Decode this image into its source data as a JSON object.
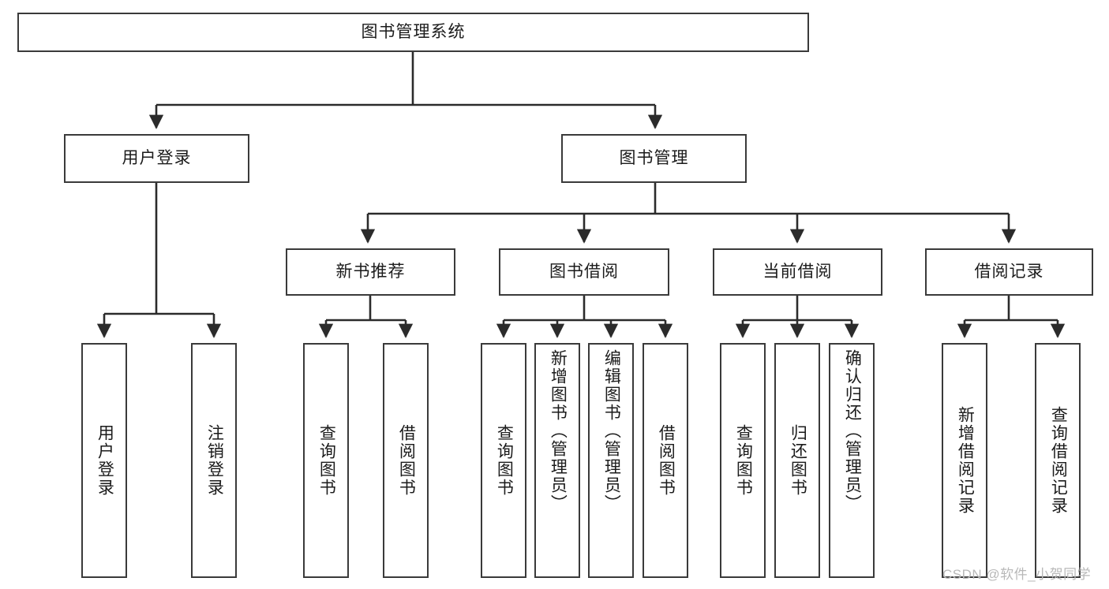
{
  "diagram": {
    "type": "tree-hierarchy-chart",
    "title": "图书管理系统",
    "orientation": "top-down",
    "colors": {
      "node_border": "#3a3a3a",
      "node_fill": "#ffffff",
      "edge": "#2b2b2b",
      "text": "#1b1b1b",
      "watermark": "#b8b8b8",
      "background": "#ffffff"
    }
  },
  "nodes": {
    "root": {
      "id": "root",
      "label": "图书管理系统",
      "level": 1
    },
    "level2": [
      {
        "id": "user-login",
        "label": "用户登录",
        "level": 2
      },
      {
        "id": "book-management",
        "label": "图书管理",
        "level": 2
      }
    ],
    "level3": [
      {
        "id": "new-book-recommend",
        "label": "新书推荐",
        "level": 3,
        "parent": "book-management"
      },
      {
        "id": "book-borrow",
        "label": "图书借阅",
        "level": 3,
        "parent": "book-management"
      },
      {
        "id": "current-borrow",
        "label": "当前借阅",
        "level": 3,
        "parent": "book-management"
      },
      {
        "id": "borrow-record",
        "label": "借阅记录",
        "level": 3,
        "parent": "book-management"
      }
    ],
    "leaves": [
      {
        "id": "leaf-user-login",
        "label": "用户登录",
        "parent": "user-login"
      },
      {
        "id": "leaf-logout-login",
        "label": "注销登录",
        "parent": "user-login"
      },
      {
        "id": "leaf-query-book-1",
        "label": "查询图书",
        "parent": "new-book-recommend"
      },
      {
        "id": "leaf-borrow-book-1",
        "label": "借阅图书",
        "parent": "new-book-recommend"
      },
      {
        "id": "leaf-query-book-2",
        "label": "查询图书",
        "parent": "book-borrow"
      },
      {
        "id": "leaf-add-book",
        "label": "新增图书（管理员）",
        "parent": "book-borrow"
      },
      {
        "id": "leaf-edit-book",
        "label": "编辑图书（管理员）",
        "parent": "book-borrow"
      },
      {
        "id": "leaf-borrow-book-2",
        "label": "借阅图书",
        "parent": "book-borrow"
      },
      {
        "id": "leaf-query-book-3",
        "label": "查询图书",
        "parent": "current-borrow"
      },
      {
        "id": "leaf-return-book",
        "label": "归还图书",
        "parent": "current-borrow"
      },
      {
        "id": "leaf-confirm-return",
        "label": "确认归还（管理员）",
        "parent": "current-borrow"
      },
      {
        "id": "leaf-add-record",
        "label": "新增借阅记录",
        "parent": "borrow-record"
      },
      {
        "id": "leaf-query-record",
        "label": "查询借阅记录",
        "parent": "borrow-record"
      }
    ]
  },
  "watermark": {
    "text": "CSDN @软件_小贺同学"
  }
}
